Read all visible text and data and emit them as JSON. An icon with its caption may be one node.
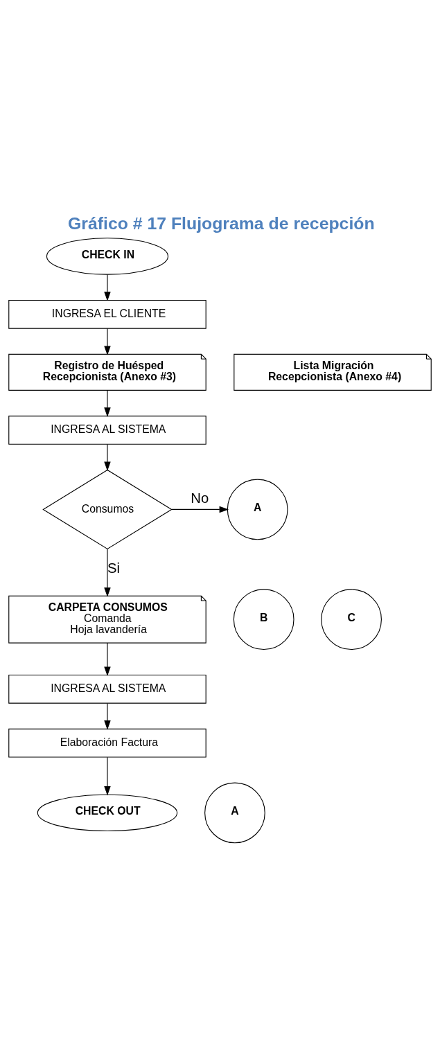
{
  "diagram": {
    "title": "Gráfico # 17 Flujograma de recepción",
    "nodes": [
      {
        "text": [
          "CHECK IN"
        ]
      },
      {
        "text": [
          "INGRESA EL CLIENTE"
        ]
      },
      {
        "text": [
          "Registro de Huésped",
          "Recepcionista (Anexo #3)"
        ]
      },
      {
        "text": [
          "Lista Migración",
          "Recepcionista (Anexo #4)"
        ]
      },
      {
        "text": [
          "INGRESA AL SISTEMA"
        ]
      },
      {
        "text": [
          "Consumos"
        ]
      },
      {
        "text": [
          "A"
        ]
      },
      {
        "text": [
          "CARPETA CONSUMOS",
          "Comanda",
          "Hoja lavandería"
        ]
      },
      {
        "text": [
          "B"
        ]
      },
      {
        "text": [
          "C"
        ]
      },
      {
        "text": [
          "INGRESA AL SISTEMA"
        ]
      },
      {
        "text": [
          "Elaboración Factura"
        ]
      },
      {
        "text": [
          "CHECK OUT"
        ]
      },
      {
        "text": [
          "A"
        ]
      }
    ],
    "edges": [
      {
        "from": 0,
        "to": 1,
        "arrow": "to"
      },
      {
        "from": 1,
        "to": 2,
        "arrow": "to"
      },
      {
        "from": 2,
        "to": 4,
        "arrow": "to"
      },
      {
        "from": 4,
        "to": 5,
        "arrow": "to"
      },
      {
        "from": 5,
        "to": 6,
        "arrow": "to",
        "label": "No"
      },
      {
        "from": 5,
        "to": 7,
        "arrow": "to",
        "label": "Si"
      },
      {
        "from": 7,
        "to": 10,
        "arrow": "to"
      },
      {
        "from": 10,
        "to": 11,
        "arrow": "to"
      },
      {
        "from": 11,
        "to": 12,
        "arrow": "to"
      }
    ]
  }
}
